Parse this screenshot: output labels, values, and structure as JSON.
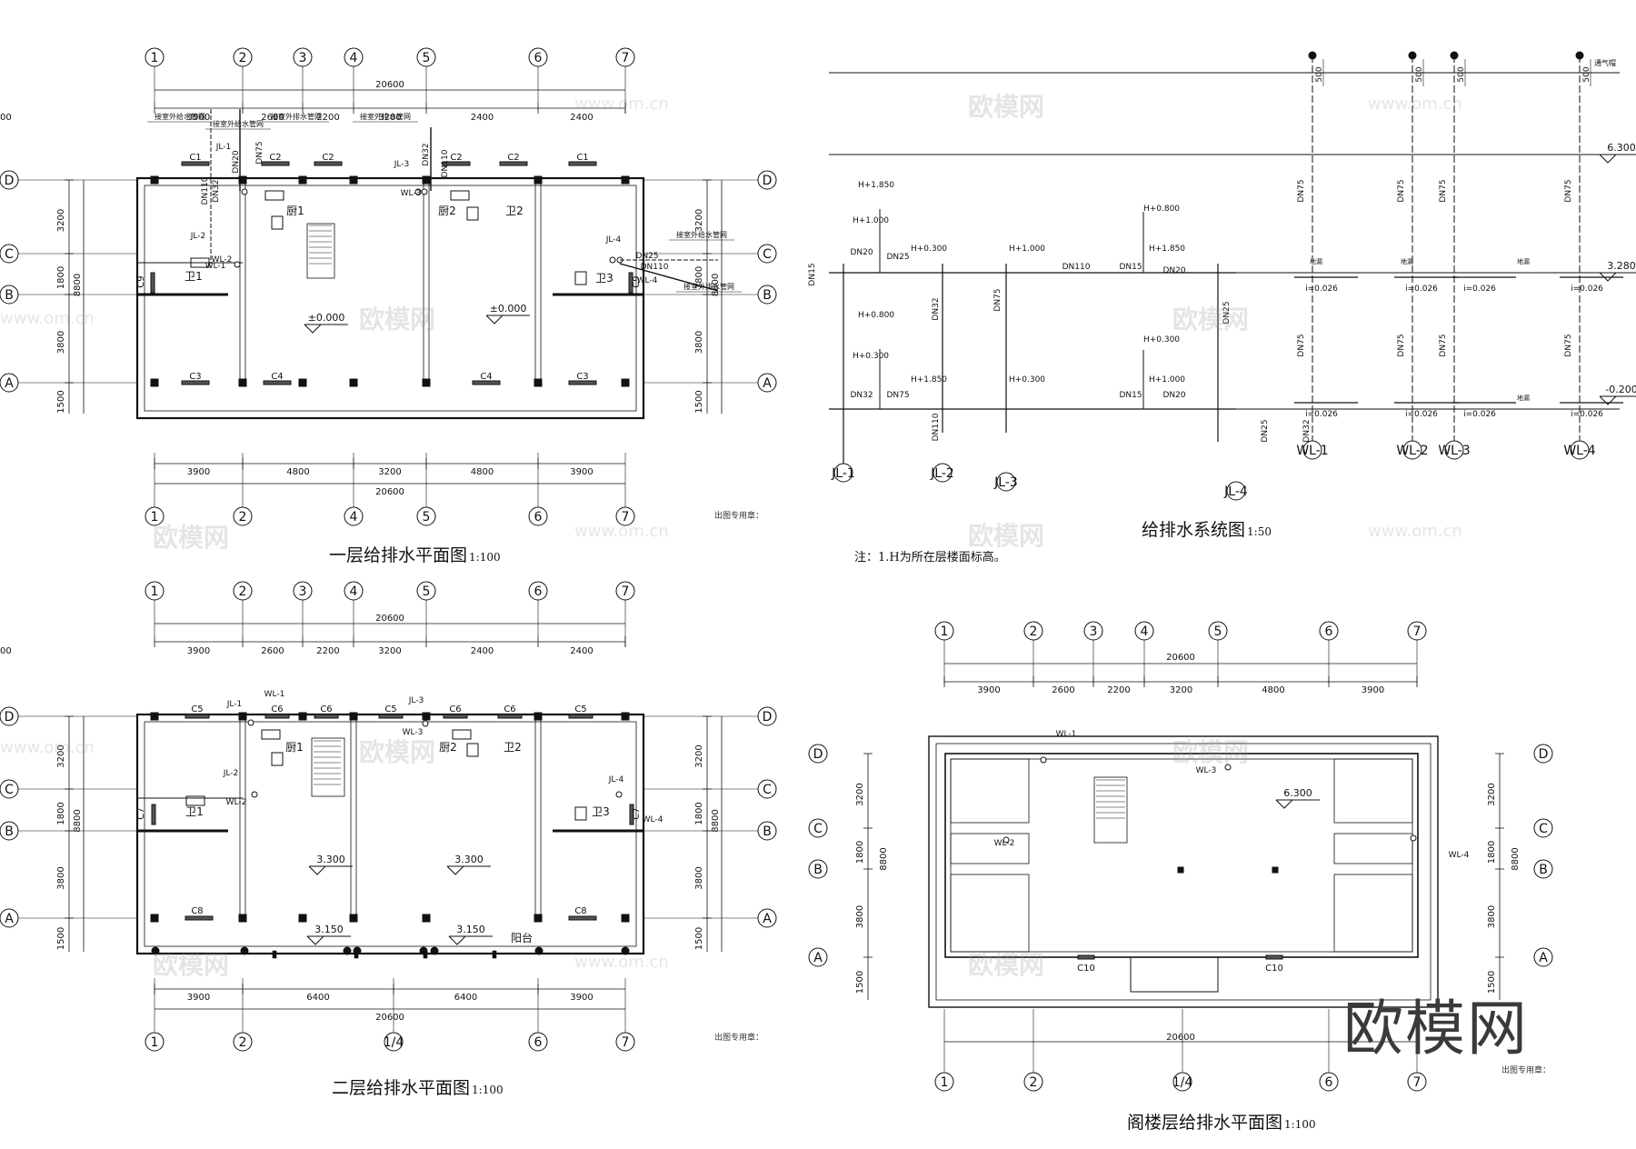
{
  "plans": {
    "first": {
      "title": "一层给排水平面图",
      "scale": "1:100",
      "axes_top": [
        "1",
        "2",
        "3",
        "4",
        "5",
        "6",
        "7"
      ],
      "axes_bottom": [
        "1",
        "2",
        "4",
        "5",
        "6",
        "7"
      ],
      "axes_side": [
        "D",
        "C",
        "B",
        "A"
      ],
      "dims_top": [
        "3900",
        "2600",
        "2200",
        "3200",
        "2400",
        "2400",
        "3900"
      ],
      "dims_bottom": [
        "3900",
        "4800",
        "3200",
        "4800",
        "3900"
      ],
      "total": "20600",
      "dims_side": [
        "3200",
        "1800",
        "3800",
        "1500"
      ],
      "side_total": "8800",
      "elevations": [
        "±0.000",
        "±0.000"
      ],
      "rooms": [
        "厨1",
        "卫1",
        "厨2",
        "卫2",
        "卫3"
      ],
      "windows": [
        "C1",
        "C2",
        "C2",
        "C2",
        "C2",
        "C1",
        "C3",
        "C4",
        "C4",
        "C3",
        "C9",
        "C9"
      ],
      "tags": [
        "JL-1",
        "WL-1",
        "JL-2",
        "WL-2",
        "JL-3",
        "WL-3",
        "JL-4",
        "WL-4"
      ],
      "pipes": [
        "DN110",
        "DN32",
        "DN20",
        "DN75",
        "DN32",
        "DN110",
        "DN25",
        "DN110"
      ],
      "notes": [
        "接室外给水管网",
        "接室外给水管网",
        "接室外排水管网",
        "接室外排水管网",
        "接室外给水管网",
        "接室外排水管网"
      ],
      "stamp": "出图专用章："
    },
    "second": {
      "title": "二层给排水平面图",
      "scale": "1:100",
      "axes_top": [
        "1",
        "2",
        "3",
        "4",
        "5",
        "6",
        "7"
      ],
      "axes_bottom": [
        "1",
        "2",
        "1/4",
        "6",
        "7"
      ],
      "axes_side": [
        "D",
        "C",
        "B",
        "A"
      ],
      "dims_top": [
        "3900",
        "2600",
        "2200",
        "3200",
        "2400",
        "2400",
        "3900"
      ],
      "dims_bottom": [
        "3900",
        "6400",
        "6400",
        "3900"
      ],
      "total": "20600",
      "dims_side": [
        "3200",
        "1800",
        "3800",
        "1500"
      ],
      "side_total": "8800",
      "elevations": [
        "3.300",
        "3.300",
        "3.150",
        "3.150"
      ],
      "rooms": [
        "厨1",
        "卫1",
        "厨2",
        "卫2",
        "卫3",
        "阳台"
      ],
      "windows": [
        "C5",
        "C6",
        "C6",
        "C5",
        "C6",
        "C6",
        "C5",
        "C8",
        "C8",
        "C7",
        "C7"
      ],
      "tags": [
        "JL-1",
        "WL-1",
        "JL-2",
        "WL-2",
        "JL-3",
        "WL-3",
        "JL-4",
        "WL-4"
      ],
      "stamp": "出图专用章："
    },
    "attic": {
      "title": "阁楼层给排水平面图",
      "scale": "1:100",
      "axes_top": [
        "1",
        "2",
        "3",
        "4",
        "5",
        "6",
        "7"
      ],
      "axes_bottom": [
        "1",
        "2",
        "1/4",
        "6",
        "7"
      ],
      "axes_side": [
        "D",
        "C",
        "B",
        "A"
      ],
      "dims_top": [
        "3900",
        "2600",
        "2200",
        "3200",
        "4800",
        "3900"
      ],
      "total": "20600",
      "dims_side": [
        "3200",
        "1800",
        "3800",
        "1500"
      ],
      "side_total": "8800",
      "elevation": "6.300",
      "windows": [
        "C10",
        "C10"
      ],
      "tags": [
        "WL-1",
        "WL-2",
        "WL-3",
        "WL-4"
      ],
      "stamp": "出图专用章："
    }
  },
  "system": {
    "title": "给排水系统图",
    "scale": "1:50",
    "note": "注：1.H为所在层楼面标高。",
    "levels": [
      "6.300",
      "3.280",
      "-0.200"
    ],
    "ventcap": "500",
    "vent_label": "通气帽",
    "riser_tags": [
      "JL-1",
      "JL-2",
      "JL-3",
      "JL-4",
      "WL-1",
      "WL-2",
      "WL-3",
      "WL-4"
    ],
    "heights": [
      "H+1.850",
      "H+1.000",
      "H+0.300",
      "H+0.800",
      "H+0.300"
    ],
    "pipes": [
      "DN15",
      "DN20",
      "DN25",
      "DN32",
      "DN75",
      "DN110"
    ],
    "slope": "i=0.026",
    "floor_drain": "地漏"
  },
  "watermark": {
    "brand": "欧模网",
    "url": "www.om.cn"
  }
}
